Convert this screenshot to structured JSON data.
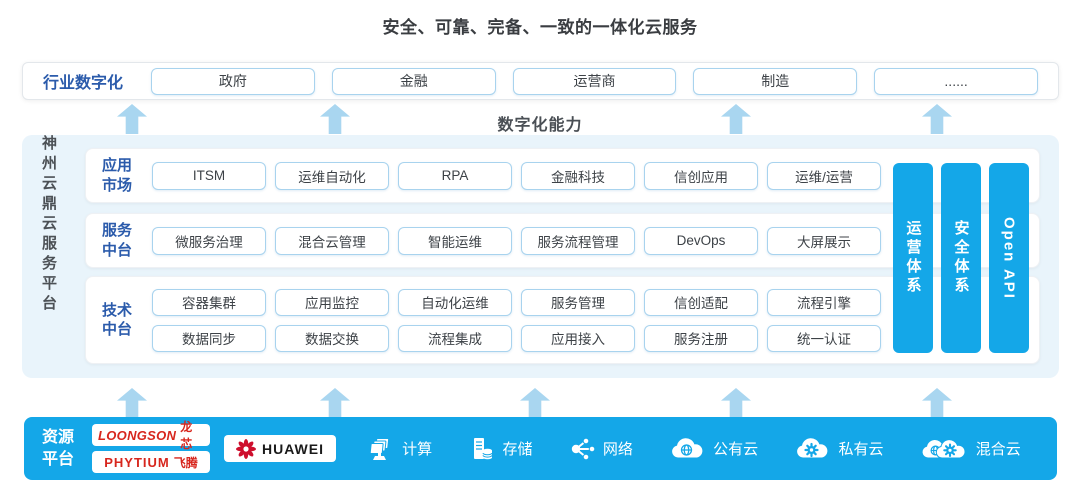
{
  "title": "安全、可靠、完备、一致的一体化云服务",
  "colors": {
    "accent_blue": "#14a7e8",
    "arrow_blue": "#a9d6f0",
    "label_blue": "#2b5bab",
    "brand_red": "#d7261d"
  },
  "industry": {
    "label": "行业数字化",
    "items": [
      "政府",
      "金融",
      "运营商",
      "制造",
      "......"
    ]
  },
  "digital_capability": "数字化能力",
  "platform": {
    "side_title": "神州云鼎云服务平台",
    "rows": [
      {
        "label": "应用市场",
        "items": [
          "ITSM",
          "运维自动化",
          "RPA",
          "金融科技",
          "信创应用",
          "运维/运营"
        ]
      },
      {
        "label": "服务中台",
        "items": [
          "微服务治理",
          "混合云管理",
          "智能运维",
          "服务流程管理",
          "DevOps",
          "大屏展示"
        ]
      },
      {
        "label": "技术中台",
        "items_top": [
          "容器集群",
          "应用监控",
          "自动化运维",
          "服务管理",
          "信创适配",
          "流程引擎"
        ],
        "items_bottom": [
          "数据同步",
          "数据交换",
          "流程集成",
          "应用接入",
          "服务注册",
          "统一认证"
        ]
      }
    ],
    "pillars": [
      "运营体系",
      "安全体系",
      "Open API"
    ]
  },
  "resource": {
    "label": "资源平台",
    "vendors": [
      {
        "en": "LOONGSON",
        "cn": "龙芯"
      },
      {
        "en": "PHYTIUM",
        "cn": "飞腾"
      },
      {
        "en": "HUAWEI"
      }
    ],
    "items": [
      {
        "icon": "compute-icon",
        "label": "计算"
      },
      {
        "icon": "storage-icon",
        "label": "存储"
      },
      {
        "icon": "network-icon",
        "label": "网络"
      },
      {
        "icon": "public-cloud-icon",
        "label": "公有云"
      },
      {
        "icon": "private-cloud-icon",
        "label": "私有云"
      },
      {
        "icon": "hybrid-cloud-icon",
        "label": "混合云"
      }
    ]
  }
}
